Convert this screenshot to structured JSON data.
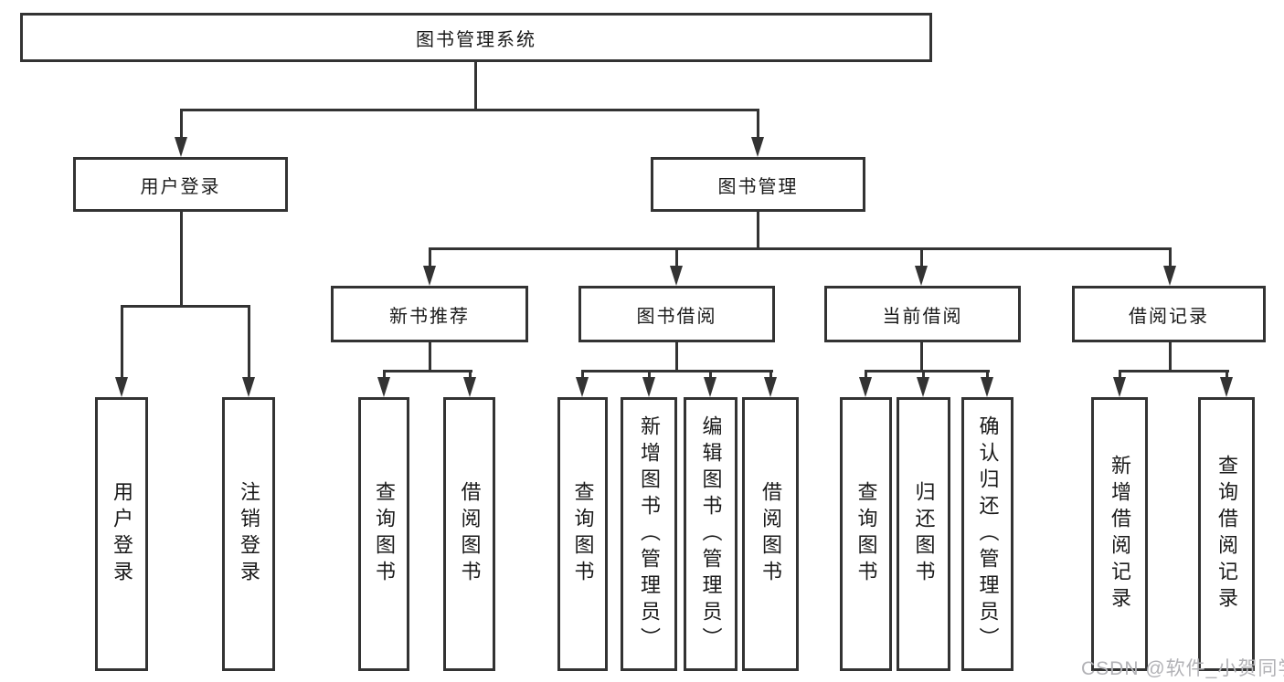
{
  "diagram": {
    "title": "图书管理系统",
    "root": {
      "label": "图书管理系统"
    },
    "branches": [
      {
        "id": "user-login",
        "label": "用户登录"
      },
      {
        "id": "book-management",
        "label": "图书管理"
      }
    ],
    "sections": [
      {
        "id": "new-book-recommend",
        "label": "新书推荐"
      },
      {
        "id": "book-borrow",
        "label": "图书借阅"
      },
      {
        "id": "current-borrow",
        "label": "当前借阅"
      },
      {
        "id": "borrow-records",
        "label": "借阅记录"
      }
    ],
    "leaves": [
      {
        "parent": "user-login",
        "label": "用户登录"
      },
      {
        "parent": "user-login",
        "label": "注销登录"
      },
      {
        "parent": "new-book-recommend",
        "label": "查询图书"
      },
      {
        "parent": "new-book-recommend",
        "label": "借阅图书"
      },
      {
        "parent": "book-borrow",
        "label": "查询图书"
      },
      {
        "parent": "book-borrow",
        "label": "新增图书（管理员）"
      },
      {
        "parent": "book-borrow",
        "label": "编辑图书（管理员）"
      },
      {
        "parent": "book-borrow",
        "label": "借阅图书"
      },
      {
        "parent": "current-borrow",
        "label": "查询图书"
      },
      {
        "parent": "current-borrow",
        "label": "归还图书"
      },
      {
        "parent": "current-borrow",
        "label": "确认归还（管理员）"
      },
      {
        "parent": "borrow-records",
        "label": "新增借阅记录"
      },
      {
        "parent": "borrow-records",
        "label": "查询借阅记录"
      }
    ]
  },
  "watermark": {
    "text": "CSDN @软件_小贺同学"
  },
  "colors": {
    "line": "#333333",
    "text": "#1a1a1a",
    "watermark": "#b2b2b6",
    "background": "#ffffff"
  }
}
